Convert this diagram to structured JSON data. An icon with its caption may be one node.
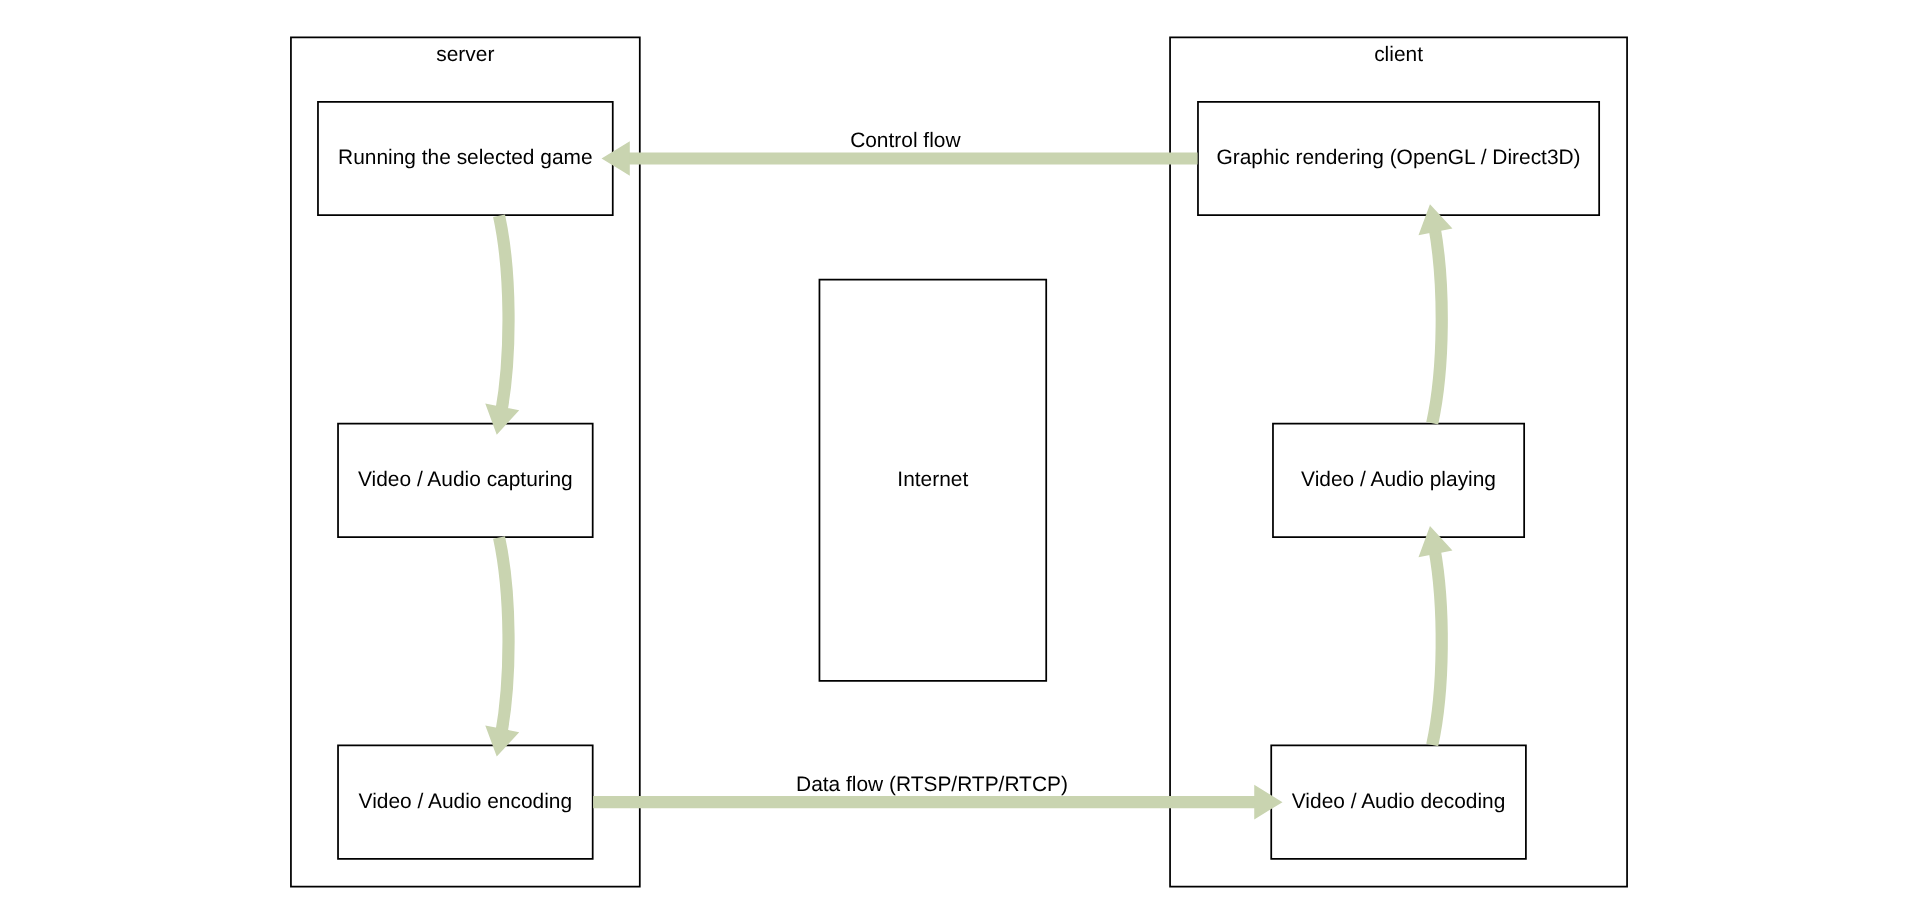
{
  "diagram": {
    "nodes": [
      {
        "text": [
          "server"
        ]
      },
      {
        "text": [
          "Running the selected game"
        ],
        "in": 0
      },
      {
        "text": [
          "Video / Audio capturing"
        ],
        "in": 0
      },
      {
        "text": [
          "Video / Audio encoding"
        ],
        "in": 0
      },
      {
        "text": [
          "Internet"
        ]
      },
      {
        "text": [
          "client"
        ]
      },
      {
        "text": [
          "Graphic rendering (OpenGL / Direct3D)"
        ],
        "in": 5
      },
      {
        "text": [
          "Video / Audio playing"
        ],
        "in": 5
      },
      {
        "text": [
          "Video / Audio decoding"
        ],
        "in": 5
      }
    ],
    "edges": [
      {
        "from": 6,
        "to": 1,
        "arrow": "to",
        "label": "Control flow"
      },
      {
        "from": 1,
        "to": 2,
        "arrow": "to"
      },
      {
        "from": 2,
        "to": 3,
        "arrow": "to"
      },
      {
        "from": 3,
        "to": 8,
        "arrow": "to",
        "label": "Data flow (RTSP/RTP/RTCP)"
      },
      {
        "from": 8,
        "to": 7,
        "arrow": "to"
      },
      {
        "from": 7,
        "to": 6,
        "arrow": "to"
      }
    ]
  }
}
